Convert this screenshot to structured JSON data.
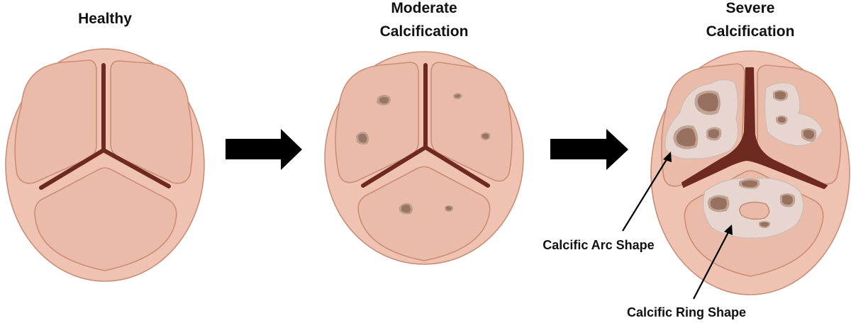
{
  "stages": [
    {
      "id": "healthy",
      "title_lines": [
        "Healthy"
      ]
    },
    {
      "id": "moderate",
      "title_lines": [
        "Moderate",
        "Calcification"
      ]
    },
    {
      "id": "severe",
      "title_lines": [
        "Severe",
        "Calcification"
      ]
    }
  ],
  "annotations": {
    "arc": "Calcific Arc Shape",
    "ring": "Calcific Ring Shape"
  },
  "colors": {
    "valve_fill": "#EFC2B1",
    "leaflet_fill": "#EBBBA9",
    "outline": "#C98E77",
    "commissure": "#6E2A1E",
    "calcification_core": "#9C7462",
    "calcification_halo": "#BA9E8E",
    "calcification_zone": "#E6D6CF",
    "arrow": "#000000"
  },
  "icons": {
    "transition_arrow": "right-block-arrow-icon"
  }
}
